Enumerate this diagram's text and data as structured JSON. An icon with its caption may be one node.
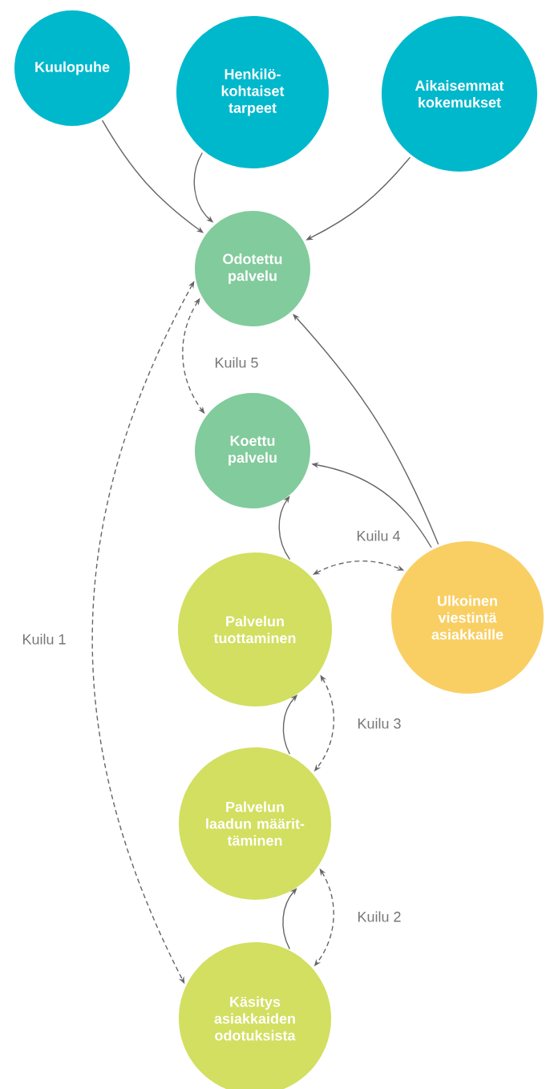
{
  "diagram": {
    "nodes": [
      {
        "text": [
          "Kuulopuhe"
        ]
      },
      {
        "text": [
          "Henkilö- kohtaiset tarpeet"
        ]
      },
      {
        "text": [
          "Aikaisemmat kokemukset"
        ]
      },
      {
        "text": [
          "Odotettu palvelu"
        ]
      },
      {
        "text": [
          "Koettu palvelu"
        ]
      },
      {
        "text": [
          "Palvelun tuottaminen"
        ]
      },
      {
        "text": [
          "Ulkoinen viestintä asiakkaille"
        ]
      },
      {
        "text": [
          "Palvelun laadun määrit- täminen"
        ]
      },
      {
        "text": [
          "Käsitys asiakkaiden odotuksista"
        ]
      }
    ],
    "edges": [
      {
        "from": 0,
        "to": 3,
        "arrow": "to"
      },
      {
        "from": 1,
        "to": 3,
        "arrow": "to"
      },
      {
        "from": 2,
        "to": 3,
        "arrow": "to"
      },
      {
        "from": 6,
        "to": 3,
        "arrow": "to"
      },
      {
        "from": 6,
        "to": 4,
        "arrow": "to"
      },
      {
        "from": 5,
        "to": 4,
        "arrow": "to"
      },
      {
        "from": 7,
        "to": 5,
        "arrow": "to"
      },
      {
        "from": 8,
        "to": 7,
        "arrow": "to"
      },
      {
        "from": 3,
        "to": 4,
        "arrow": "both",
        "style": "dashed",
        "label": "Kuilu 5"
      },
      {
        "from": 3,
        "to": 8,
        "arrow": "both",
        "style": "dashed",
        "label": "Kuilu 1"
      },
      {
        "from": 5,
        "to": 6,
        "arrow": "both",
        "style": "dashed",
        "label": "Kuilu 4"
      },
      {
        "from": 5,
        "to": 7,
        "arrow": "both",
        "style": "dashed",
        "label": "Kuilu 3"
      },
      {
        "from": 7,
        "to": 8,
        "arrow": "both",
        "style": "dashed",
        "label": "Kuilu 2"
      }
    ]
  }
}
